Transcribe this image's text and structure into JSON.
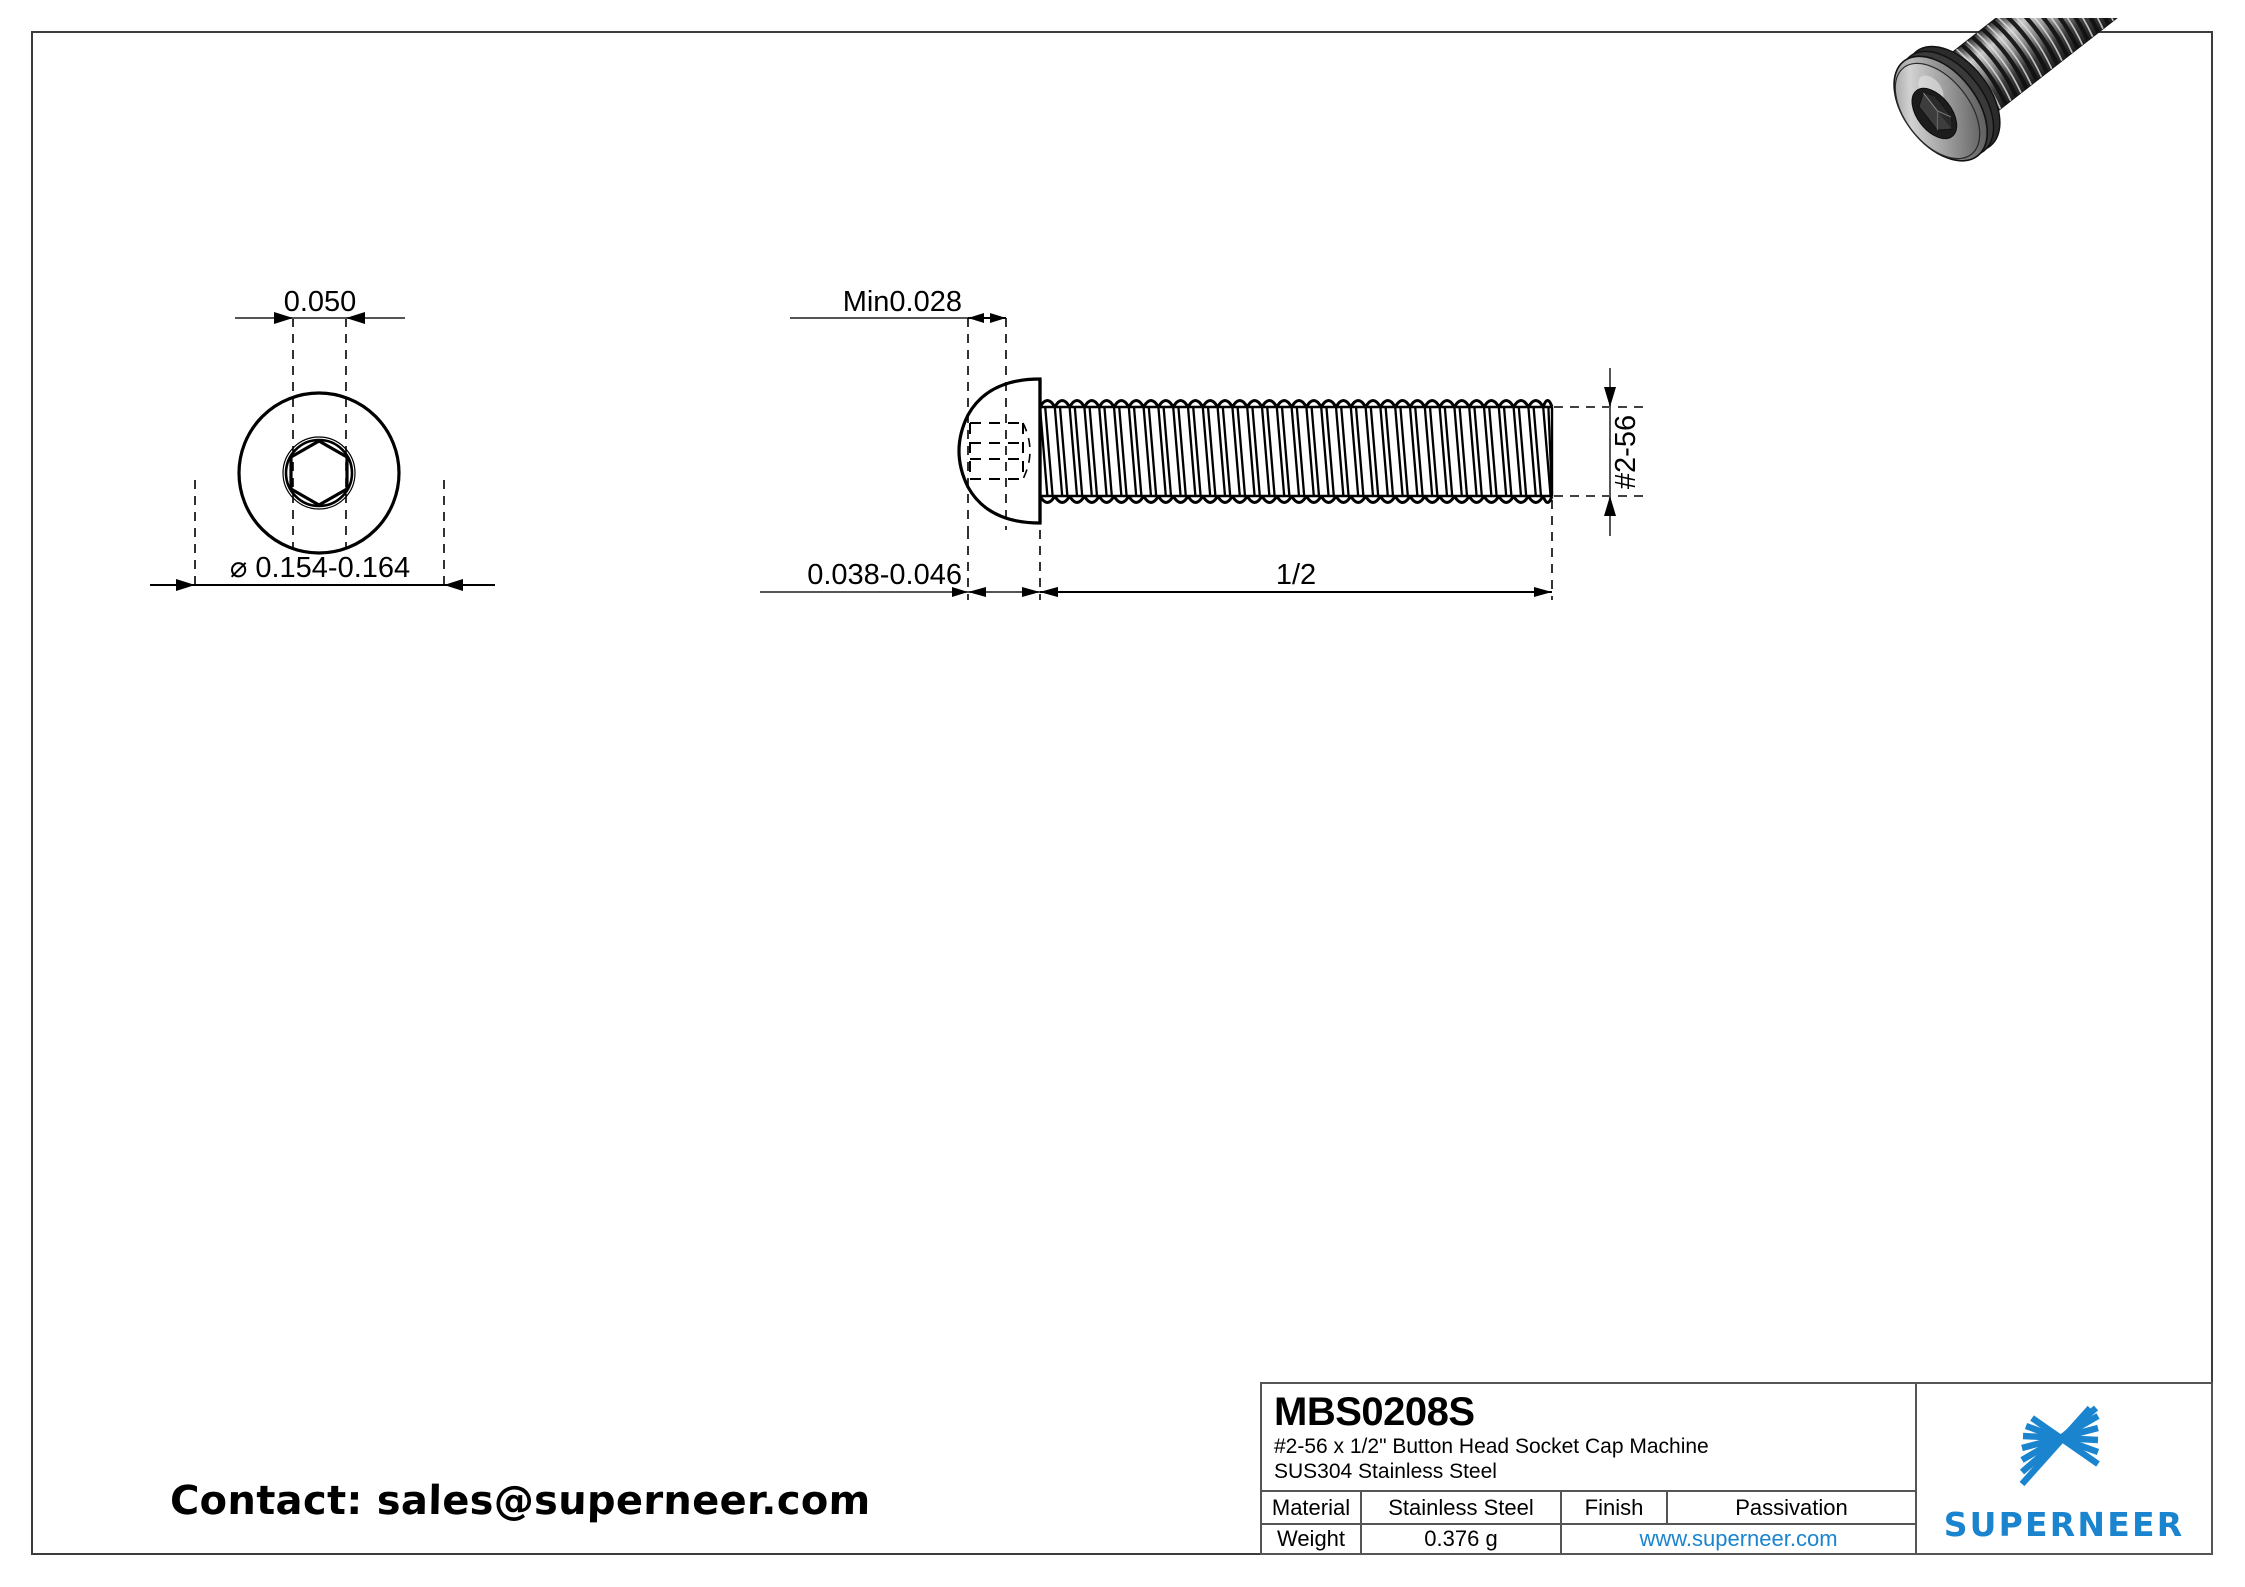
{
  "drawing": {
    "front_view": {
      "name": "top-view-of-screw-head",
      "hex_socket_dim": "0.050",
      "head_diameter_dim": "⌀ 0.154-0.164"
    },
    "side_view": {
      "name": "side-elevation-of-screw",
      "head_height_dim": "Min0.028",
      "head_thickness_dim": "0.038-0.046",
      "length_dim": "1/2",
      "thread_size_dim": "#2-56"
    },
    "render": {
      "label": "isometric-3d-render-button-head-socket-cap-screw"
    }
  },
  "contact": {
    "text": "Contact: sales@superneer.com"
  },
  "title_block": {
    "part_number": "MBS0208S",
    "description_line1": "#2-56 x 1/2\"   Button Head Socket Cap Machine",
    "description_line2": "SUS304 Stainless Steel",
    "rows": [
      {
        "label": "Material",
        "value": "Stainless Steel",
        "label2": "Finish",
        "value2": "Passivation"
      },
      {
        "label": "Weight",
        "value": "0.376 g",
        "url": "www.superneer.com"
      }
    ],
    "logo_word": "SUPERNEER"
  },
  "colors": {
    "brand_blue": "#1b84cf",
    "line": "#000000",
    "frame": "#3c3c3c"
  }
}
